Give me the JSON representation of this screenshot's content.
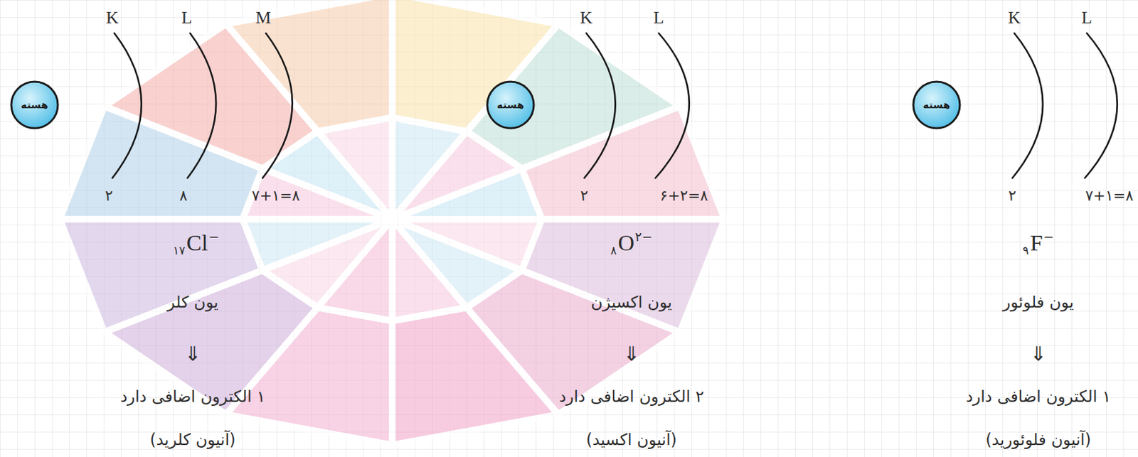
{
  "diagram": {
    "nodes": [
      {
        "text": [
          "هسته"
        ]
      },
      {
        "text": [
          "هسته"
        ]
      },
      {
        "text": [
          "هسته"
        ]
      }
    ],
    "labels": [
      "K",
      "L",
      "M",
      "۲",
      "۸",
      "۷+۱=۸",
      "۱۷",
      "Cl",
      "−",
      "یون کلر",
      "⇓",
      "۱ الکترون اضافی دارد",
      "(آنیون کلرید)",
      "K",
      "L",
      "۲",
      "۶+۲=۸",
      "۸",
      "O",
      "۲−",
      "یون اکسیژن",
      "⇓",
      "۲ الکترون اضافی دارد",
      "(آنیون اکسید)",
      "K",
      "L",
      "۲",
      "۷+۱=۸",
      "۹",
      "F",
      "−",
      "یون فلوئور",
      "⇓",
      "۱ الکترون اضافی دارد",
      "(آنیون فلوئورید)"
    ]
  }
}
